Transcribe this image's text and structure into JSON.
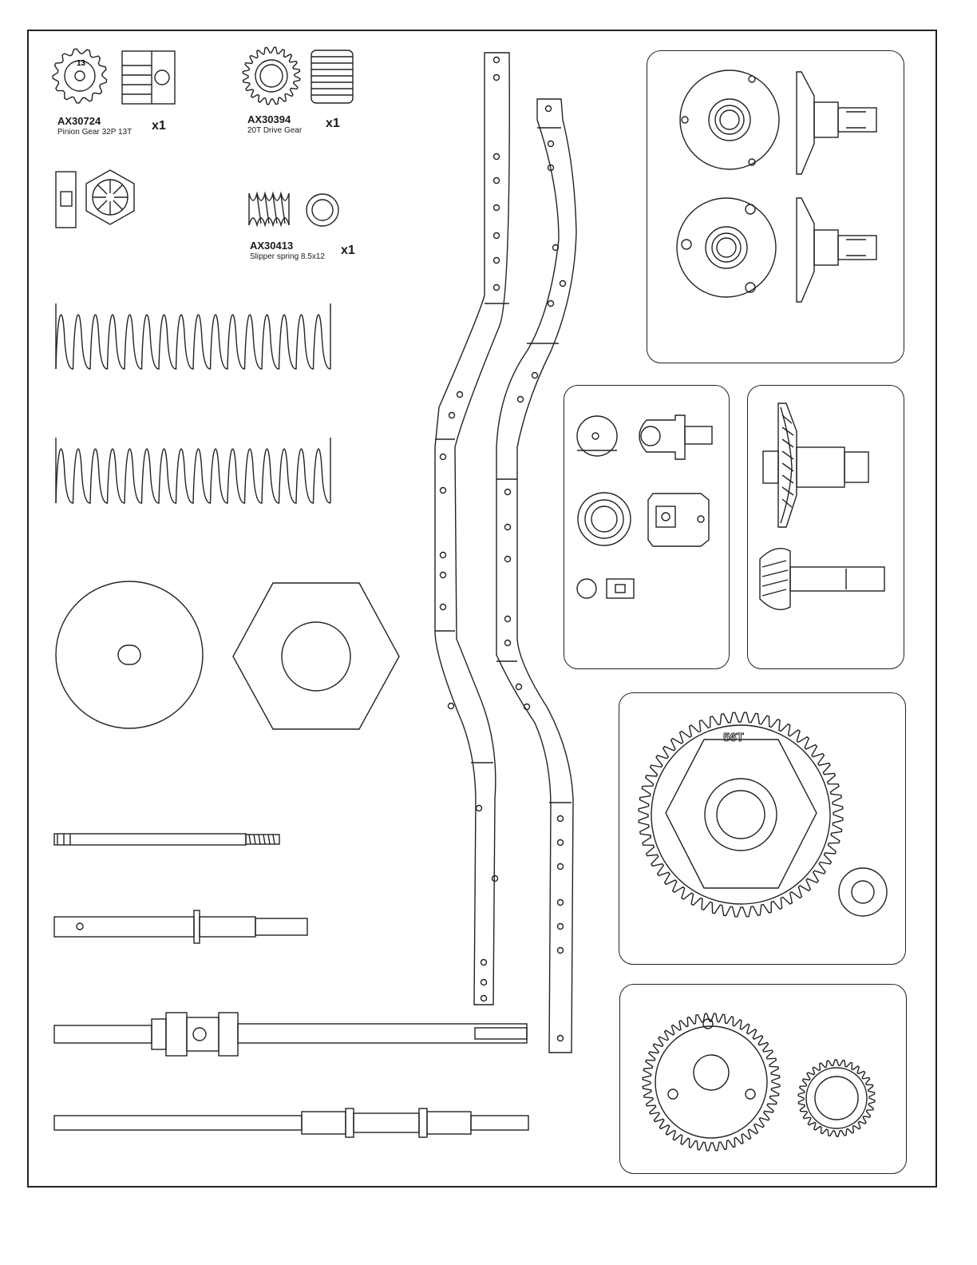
{
  "parts": [
    {
      "id": "pinion",
      "code": "AX30724",
      "name": "Pinion Gear 32P 13T",
      "qty": "x1",
      "gear_teeth_label": "13"
    },
    {
      "id": "drive-gear",
      "code": "AX30394",
      "name": "20T Drive Gear",
      "qty": "x1"
    },
    {
      "id": "slipper-spring",
      "code": "AX30413",
      "name": "Slipper spring 8.5x12",
      "qty": "x1"
    }
  ],
  "spur_gear": {
    "label": "56T"
  }
}
